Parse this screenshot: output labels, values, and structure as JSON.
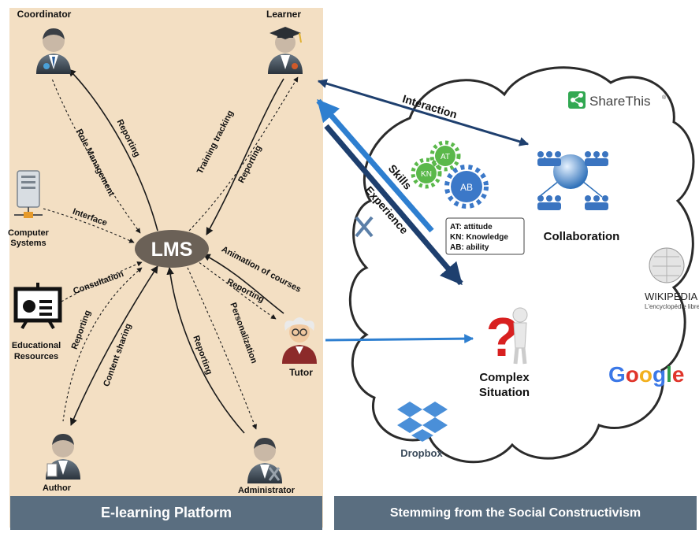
{
  "platform": {
    "title": "E-learning Platform",
    "hub": "LMS",
    "actors": {
      "coordinator": "Coordinator",
      "learner": "Learner",
      "computer_systems_1": "Computer",
      "computer_systems_2": "Systems",
      "educational_resources_1": "Educational",
      "educational_resources_2": "Resources",
      "tutor": "Tutor",
      "author": "Author",
      "administrator": "Administrator"
    },
    "links": {
      "role_management": "Role Management",
      "reporting_coordinator": "Reporting",
      "training_tracking": "Training tracking",
      "reporting_learner": "Reporting",
      "interface": "Interface",
      "consultation": "Consultation",
      "animation_of_courses": "Animation of courses",
      "reporting_tutor": "Reporting",
      "reporting_author": "Reporting",
      "content_sharing": "Content sharing",
      "reporting_admin": "Reporting",
      "personalization": "Personalization"
    }
  },
  "social": {
    "title": "Stemming from the Social Constructivism",
    "interaction": "Interaction",
    "skills": "Skills",
    "experience": "Experience",
    "collaboration": "Collaboration",
    "complex_situation_1": "Complex",
    "complex_situation_2": "Situation",
    "gear_labels": {
      "at": "AT",
      "kn": "KN",
      "ab": "AB"
    },
    "legend": {
      "at": "AT: attitude",
      "kn": "KN: Knowledge",
      "ab": "AB: ability"
    },
    "logos": {
      "sharethis": "ShareThis",
      "sharethis_mark": "®",
      "wikipedia_1": "WIKIPEDIA",
      "wikipedia_2": "L'encyclopédie libre",
      "google": "Google",
      "dropbox": "Dropbox"
    }
  },
  "colors": {
    "panel": "#f3dfc3",
    "banner": "#5a6e80",
    "hub": "#6b6157",
    "arrow_blue": "#2e7fd0",
    "arrow_navy": "#1e3f6e",
    "gear_green": "#5ab84a",
    "gear_blue": "#3b78c8",
    "sharethis_green": "#32a852"
  }
}
